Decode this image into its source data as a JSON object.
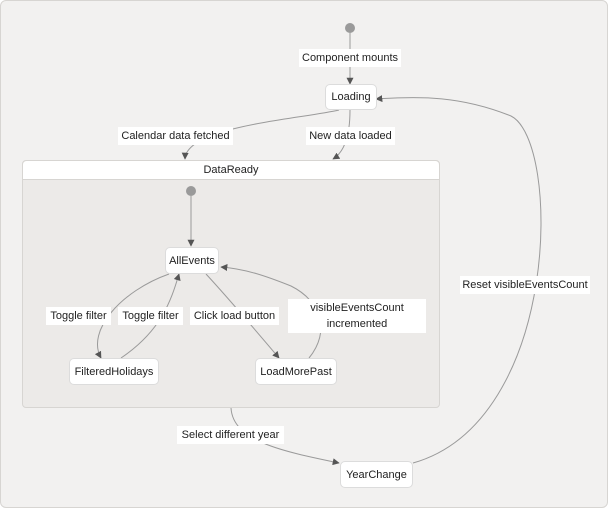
{
  "diagram": {
    "states": {
      "loading": "Loading",
      "data_ready": "DataReady",
      "all_events": "AllEvents",
      "filtered_holidays": "FilteredHolidays",
      "load_more_past": "LoadMorePast",
      "year_change": "YearChange"
    },
    "transitions": {
      "component_mounts": "Component mounts",
      "calendar_data_fetched": "Calendar data fetched",
      "new_data_loaded": "New data loaded",
      "toggle_filter_to_holidays": "Toggle filter",
      "toggle_filter_to_all": "Toggle filter",
      "click_load_button": "Click load button",
      "visible_count_line1": "visibleEventsCount",
      "visible_count_line2": "incremented",
      "select_different_year": "Select different year",
      "reset_visible_count": "Reset visibleEventsCount"
    },
    "colors": {
      "background": "#f2f1f0",
      "node_fill": "#ffffff",
      "edge": "#9a9a9a",
      "start_marker": "#9a9a9a"
    }
  }
}
